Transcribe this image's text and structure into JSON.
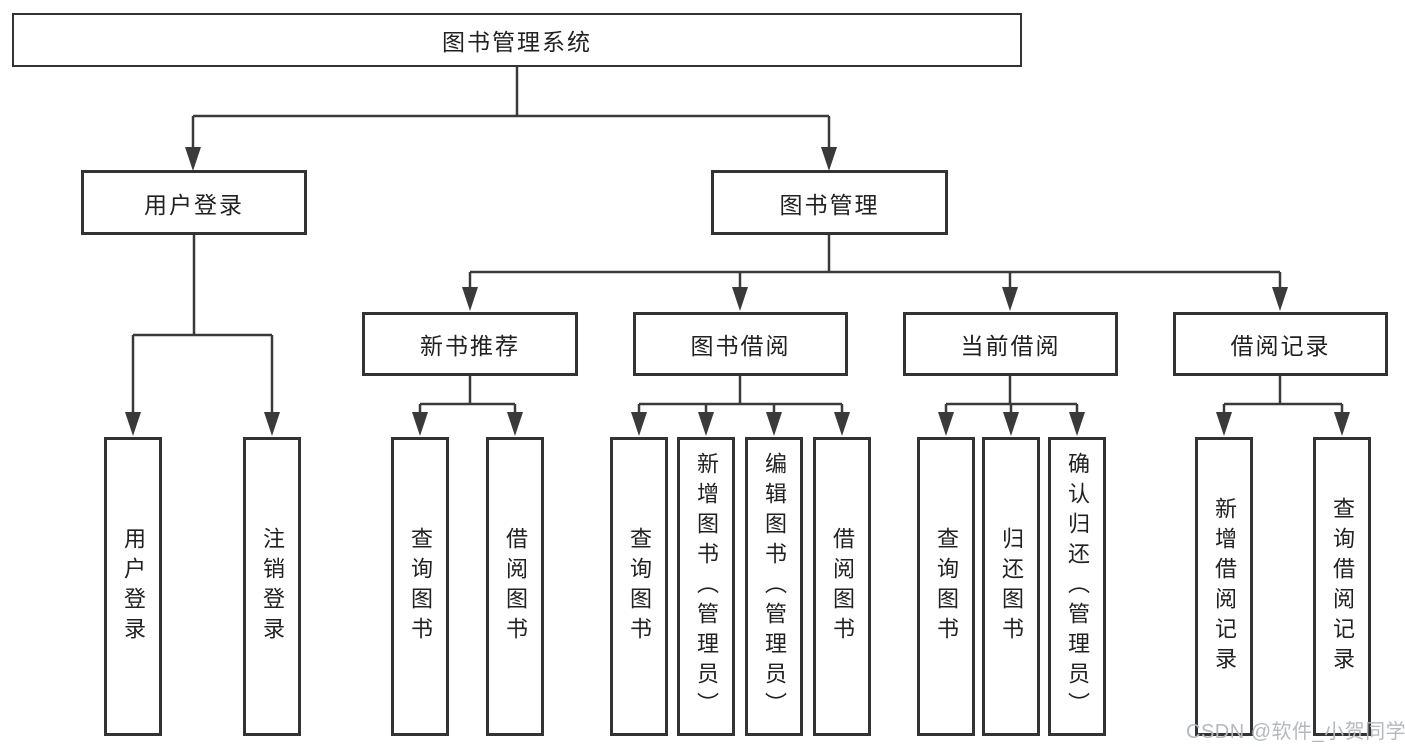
{
  "colors": {
    "line": "#3a3a3a",
    "border": "#333333",
    "text": "#212121",
    "watermark": "#b4b9bf",
    "background": "#ffffff"
  },
  "diagram": {
    "root": {
      "label": "图书管理系统"
    },
    "level2": [
      {
        "label": "用户登录"
      },
      {
        "label": "图书管理"
      }
    ],
    "level3": [
      {
        "label": "新书推荐",
        "parent": "图书管理"
      },
      {
        "label": "图书借阅",
        "parent": "图书管理"
      },
      {
        "label": "当前借阅",
        "parent": "图书管理"
      },
      {
        "label": "借阅记录",
        "parent": "图书管理"
      }
    ],
    "leaves": [
      {
        "label": "用户登录",
        "parent": "用户登录"
      },
      {
        "label": "注销登录",
        "parent": "用户登录"
      },
      {
        "label": "查询图书",
        "parent": "新书推荐"
      },
      {
        "label": "借阅图书",
        "parent": "新书推荐"
      },
      {
        "label": "查询图书",
        "parent": "图书借阅"
      },
      {
        "label": "新增图书（管理员）",
        "parent": "图书借阅"
      },
      {
        "label": "编辑图书（管理员）",
        "parent": "图书借阅"
      },
      {
        "label": "借阅图书",
        "parent": "图书借阅"
      },
      {
        "label": "查询图书",
        "parent": "当前借阅"
      },
      {
        "label": "归还图书",
        "parent": "当前借阅"
      },
      {
        "label": "确认归还（管理员）",
        "parent": "当前借阅"
      },
      {
        "label": "新增借阅记录",
        "parent": "借阅记录"
      },
      {
        "label": "查询借阅记录",
        "parent": "借阅记录"
      }
    ]
  },
  "watermark": {
    "text": "CSDN @软件_小贺同学"
  }
}
